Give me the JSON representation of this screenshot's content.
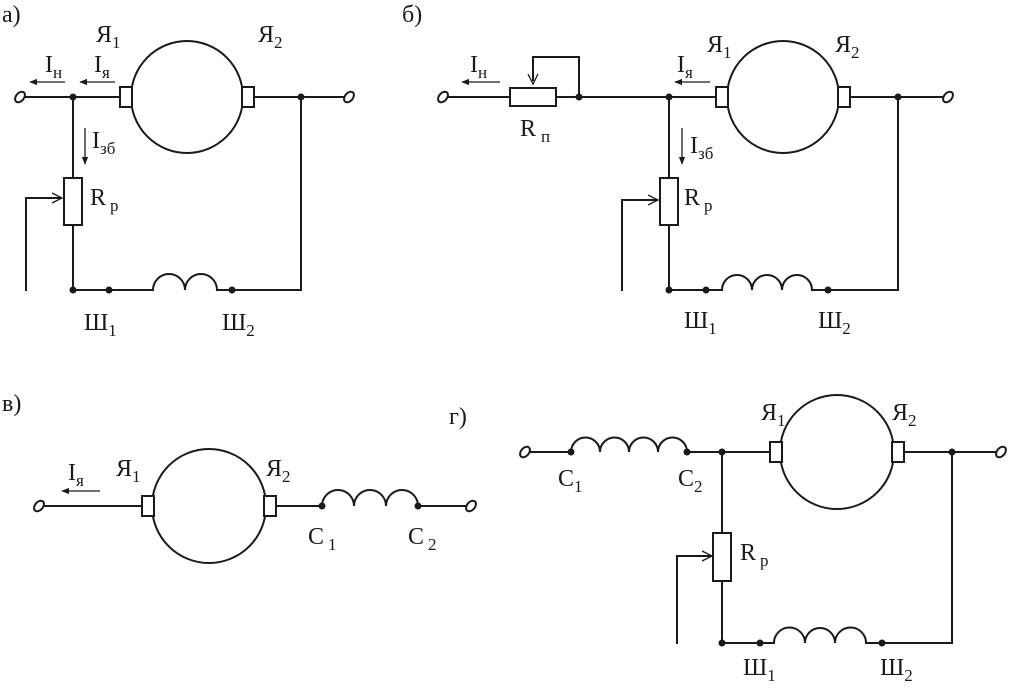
{
  "panels": {
    "a": {
      "tag": "а)",
      "armature_1": "Я",
      "armature_1_sub": "1",
      "armature_2": "Я",
      "armature_2_sub": "2",
      "load_current": "I",
      "load_current_sub": "н",
      "armature_current": "I",
      "armature_current_sub": "я",
      "field_current": "I",
      "field_current_sub": "зб",
      "rheostat": "R",
      "rheostat_sub": "р",
      "shunt_1": "Ш",
      "shunt_1_sub": "1",
      "shunt_2": "Ш",
      "shunt_2_sub": "2"
    },
    "b": {
      "tag": "б)",
      "armature_1": "Я",
      "armature_1_sub": "1",
      "armature_2": "Я",
      "armature_2_sub": "2",
      "load_current": "I",
      "load_current_sub": "н",
      "armature_current": "I",
      "armature_current_sub": "я",
      "field_current": "I",
      "field_current_sub": "зб",
      "start_rheostat": "R",
      "start_rheostat_sub": "п",
      "rheostat": "R",
      "rheostat_sub": "р",
      "shunt_1": "Ш",
      "shunt_1_sub": "1",
      "shunt_2": "Ш",
      "shunt_2_sub": "2"
    },
    "c": {
      "tag": "в)",
      "armature_current": "I",
      "armature_current_sub": "я",
      "armature_1": "Я",
      "armature_1_sub": "1",
      "armature_2": "Я",
      "armature_2_sub": "2",
      "series_1": "С",
      "series_1_sub": "1",
      "series_2": "С",
      "series_2_sub": "2"
    },
    "d": {
      "tag": "г)",
      "series_1": "С",
      "series_1_sub": "1",
      "series_2": "С",
      "series_2_sub": "2",
      "armature_1": "Я",
      "armature_1_sub": "1",
      "armature_2": "Я",
      "armature_2_sub": "2",
      "rheostat": "R",
      "rheostat_sub": "р",
      "shunt_1": "Ш",
      "shunt_1_sub": "1",
      "shunt_2": "Ш",
      "shunt_2_sub": "2"
    }
  }
}
